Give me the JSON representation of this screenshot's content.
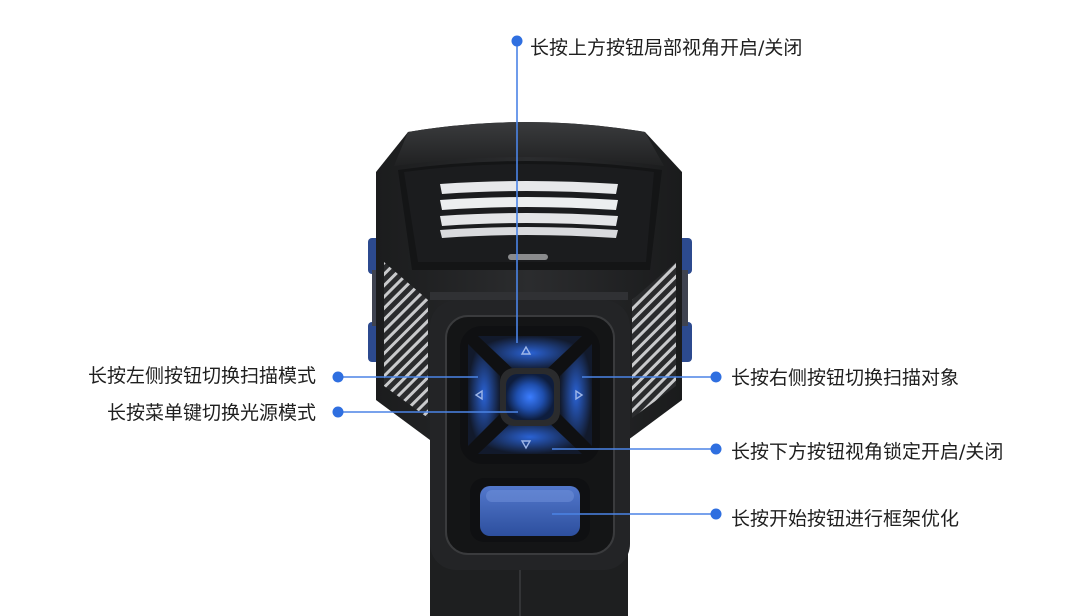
{
  "callouts": {
    "top": "长按上方按钮局部视角开启/关闭",
    "left": "长按左侧按钮切换扫描模式",
    "menu": "长按菜单键切换光源模式",
    "right": "长按右侧按钮切换扫描对象",
    "down": "长按下方按钮视角锁定开启/关闭",
    "start": "长按开始按钮进行框架优化"
  },
  "colors": {
    "callout_dot": "#2f6fe0",
    "callout_line": "#4b84e6",
    "device_body": "#242526",
    "button_glow": "#2f6fe0",
    "start_button": "#3e63b5",
    "side_accent": "#2c4a8f"
  },
  "icons": {
    "up": "triangle-up-icon",
    "down": "triangle-down-icon",
    "left": "triangle-left-icon",
    "right": "triangle-right-icon"
  }
}
